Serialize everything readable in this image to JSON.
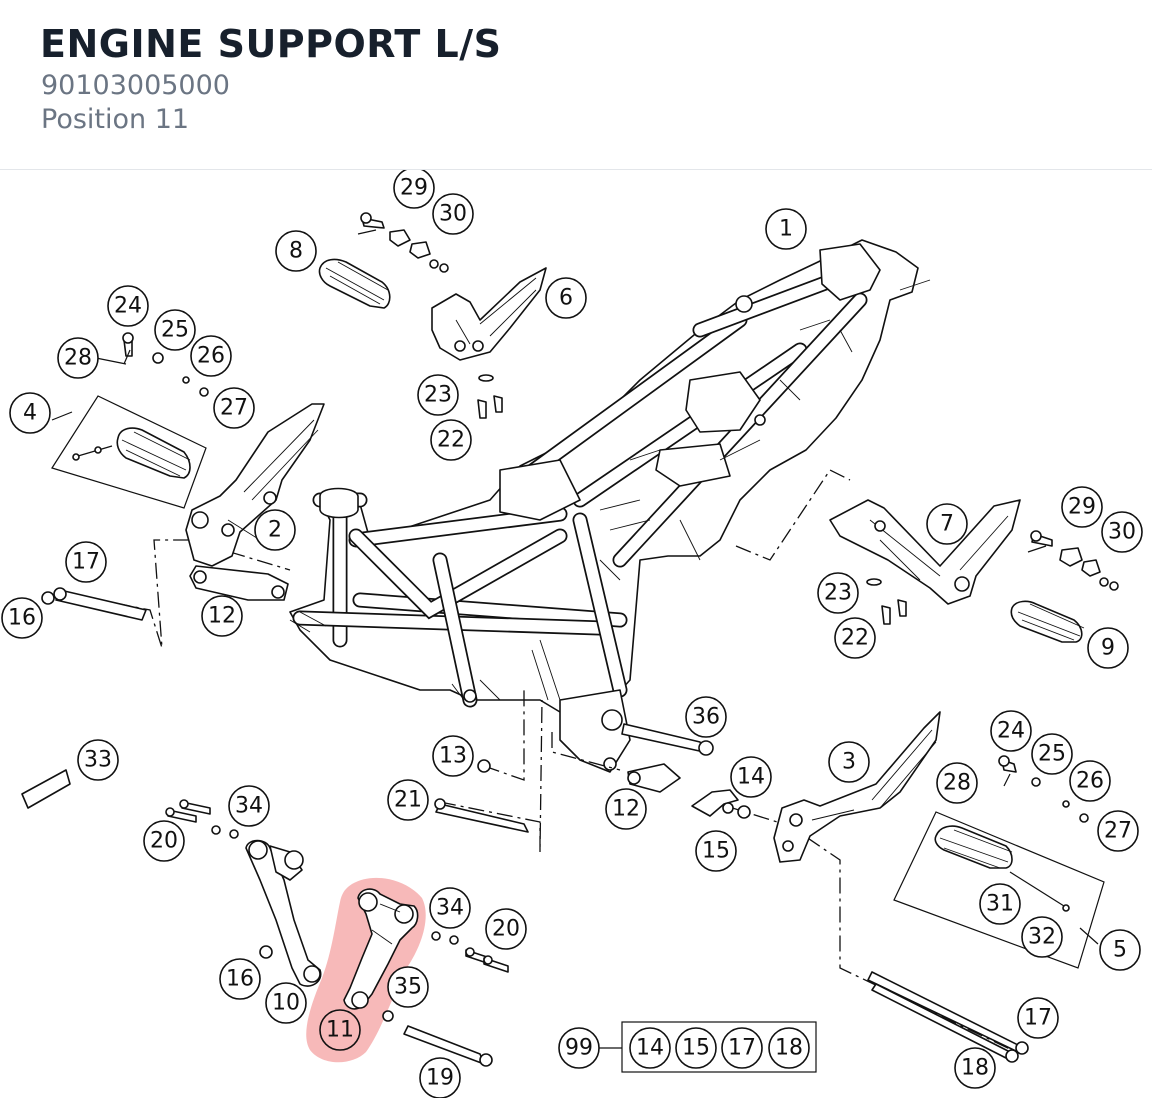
{
  "header": {
    "title": "ENGINE SUPPORT L/S",
    "part_number": "90103005000",
    "position": "Position 11"
  },
  "highlight_color": "#f08080",
  "callouts": [
    {
      "id": "c1",
      "label": "1"
    },
    {
      "id": "c2",
      "label": "2"
    },
    {
      "id": "c3",
      "label": "3"
    },
    {
      "id": "c4",
      "label": "4"
    },
    {
      "id": "c5",
      "label": "5"
    },
    {
      "id": "c6",
      "label": "6"
    },
    {
      "id": "c7",
      "label": "7"
    },
    {
      "id": "c8",
      "label": "8"
    },
    {
      "id": "c9",
      "label": "9"
    },
    {
      "id": "c10",
      "label": "10"
    },
    {
      "id": "c11",
      "label": "11"
    },
    {
      "id": "c12a",
      "label": "12"
    },
    {
      "id": "c12b",
      "label": "12"
    },
    {
      "id": "c13",
      "label": "13"
    },
    {
      "id": "c14",
      "label": "14"
    },
    {
      "id": "c15",
      "label": "15"
    },
    {
      "id": "c16a",
      "label": "16"
    },
    {
      "id": "c16b",
      "label": "16"
    },
    {
      "id": "c17a",
      "label": "17"
    },
    {
      "id": "c17b",
      "label": "17"
    },
    {
      "id": "c18",
      "label": "18"
    },
    {
      "id": "c19",
      "label": "19"
    },
    {
      "id": "c20a",
      "label": "20"
    },
    {
      "id": "c20b",
      "label": "20"
    },
    {
      "id": "c21",
      "label": "21"
    },
    {
      "id": "c22a",
      "label": "22"
    },
    {
      "id": "c22b",
      "label": "22"
    },
    {
      "id": "c23a",
      "label": "23"
    },
    {
      "id": "c23b",
      "label": "23"
    },
    {
      "id": "c24a",
      "label": "24"
    },
    {
      "id": "c24b",
      "label": "24"
    },
    {
      "id": "c25a",
      "label": "25"
    },
    {
      "id": "c25b",
      "label": "25"
    },
    {
      "id": "c26a",
      "label": "26"
    },
    {
      "id": "c26b",
      "label": "26"
    },
    {
      "id": "c27a",
      "label": "27"
    },
    {
      "id": "c27b",
      "label": "27"
    },
    {
      "id": "c28a",
      "label": "28"
    },
    {
      "id": "c28b",
      "label": "28"
    },
    {
      "id": "c29a",
      "label": "29"
    },
    {
      "id": "c29b",
      "label": "29"
    },
    {
      "id": "c30a",
      "label": "30"
    },
    {
      "id": "c30b",
      "label": "30"
    },
    {
      "id": "c31",
      "label": "31"
    },
    {
      "id": "c32",
      "label": "32"
    },
    {
      "id": "c33",
      "label": "33"
    },
    {
      "id": "c34a",
      "label": "34"
    },
    {
      "id": "c34b",
      "label": "34"
    },
    {
      "id": "c35",
      "label": "35"
    },
    {
      "id": "c36",
      "label": "36"
    }
  ],
  "kit": {
    "label": "99",
    "items": [
      "14",
      "15",
      "17",
      "18"
    ]
  }
}
